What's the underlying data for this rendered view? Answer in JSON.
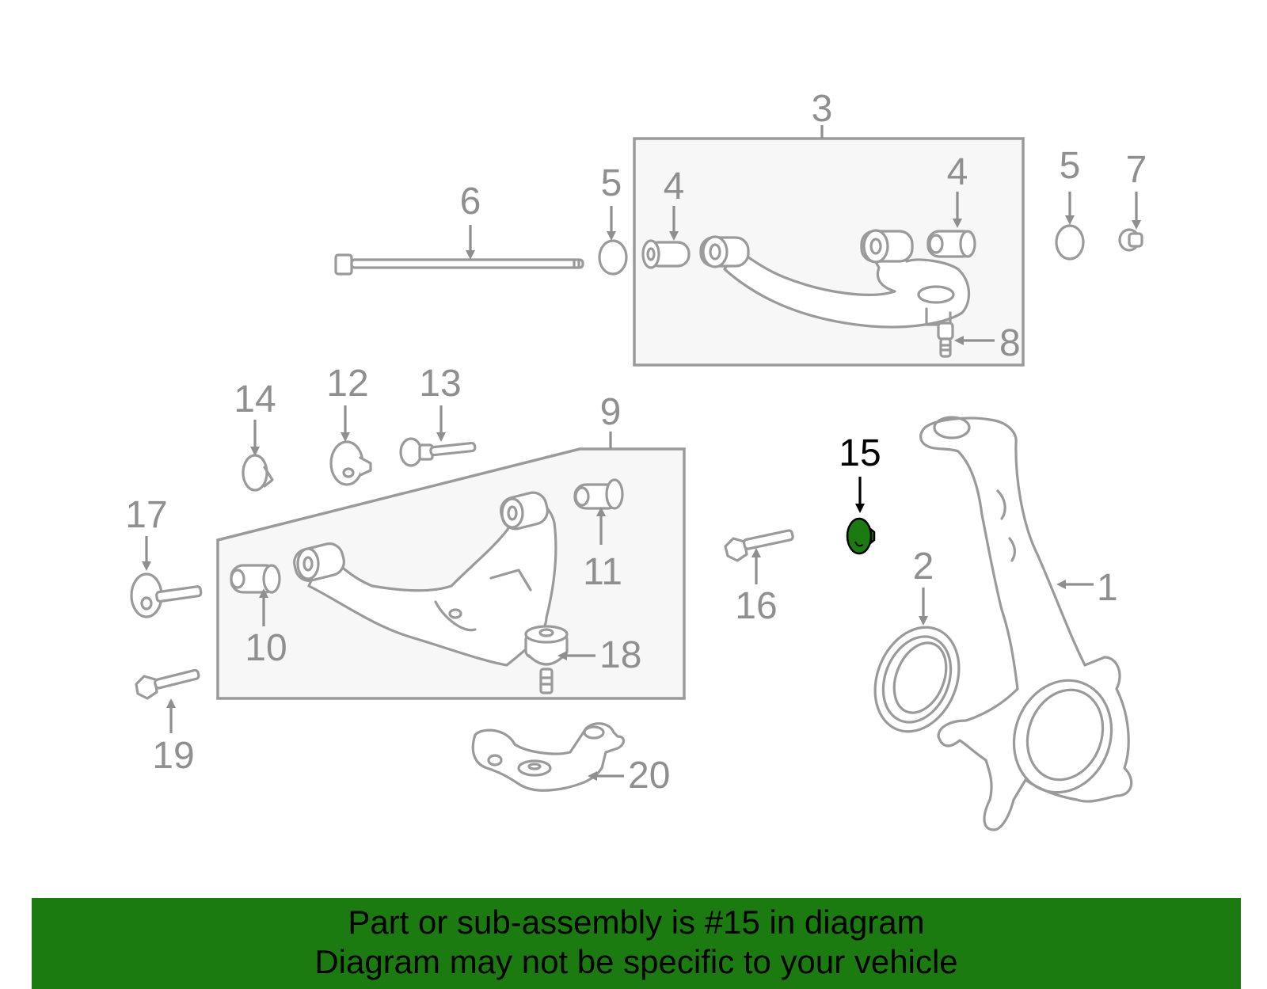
{
  "diagram": {
    "callouts": {
      "c1": "1",
      "c2": "2",
      "c3": "3",
      "c4a": "4",
      "c4b": "4",
      "c5a": "5",
      "c5b": "5",
      "c6": "6",
      "c7": "7",
      "c8": "8",
      "c9": "9",
      "c10": "10",
      "c11": "11",
      "c12": "12",
      "c13": "13",
      "c14": "14",
      "c15": "15",
      "c16": "16",
      "c17": "17",
      "c18": "18",
      "c19": "19",
      "c20": "20"
    },
    "highlighted_part": "15",
    "colors": {
      "line_art": "#9a9a9a",
      "highlight_fill": "#1b7a10",
      "group_box_fill": "#f7f7f7",
      "banner_background": "#1b7a10"
    }
  },
  "banner": {
    "line1": "Part or sub-assembly is #15 in diagram",
    "line2": "Diagram may not be specific to your vehicle"
  }
}
